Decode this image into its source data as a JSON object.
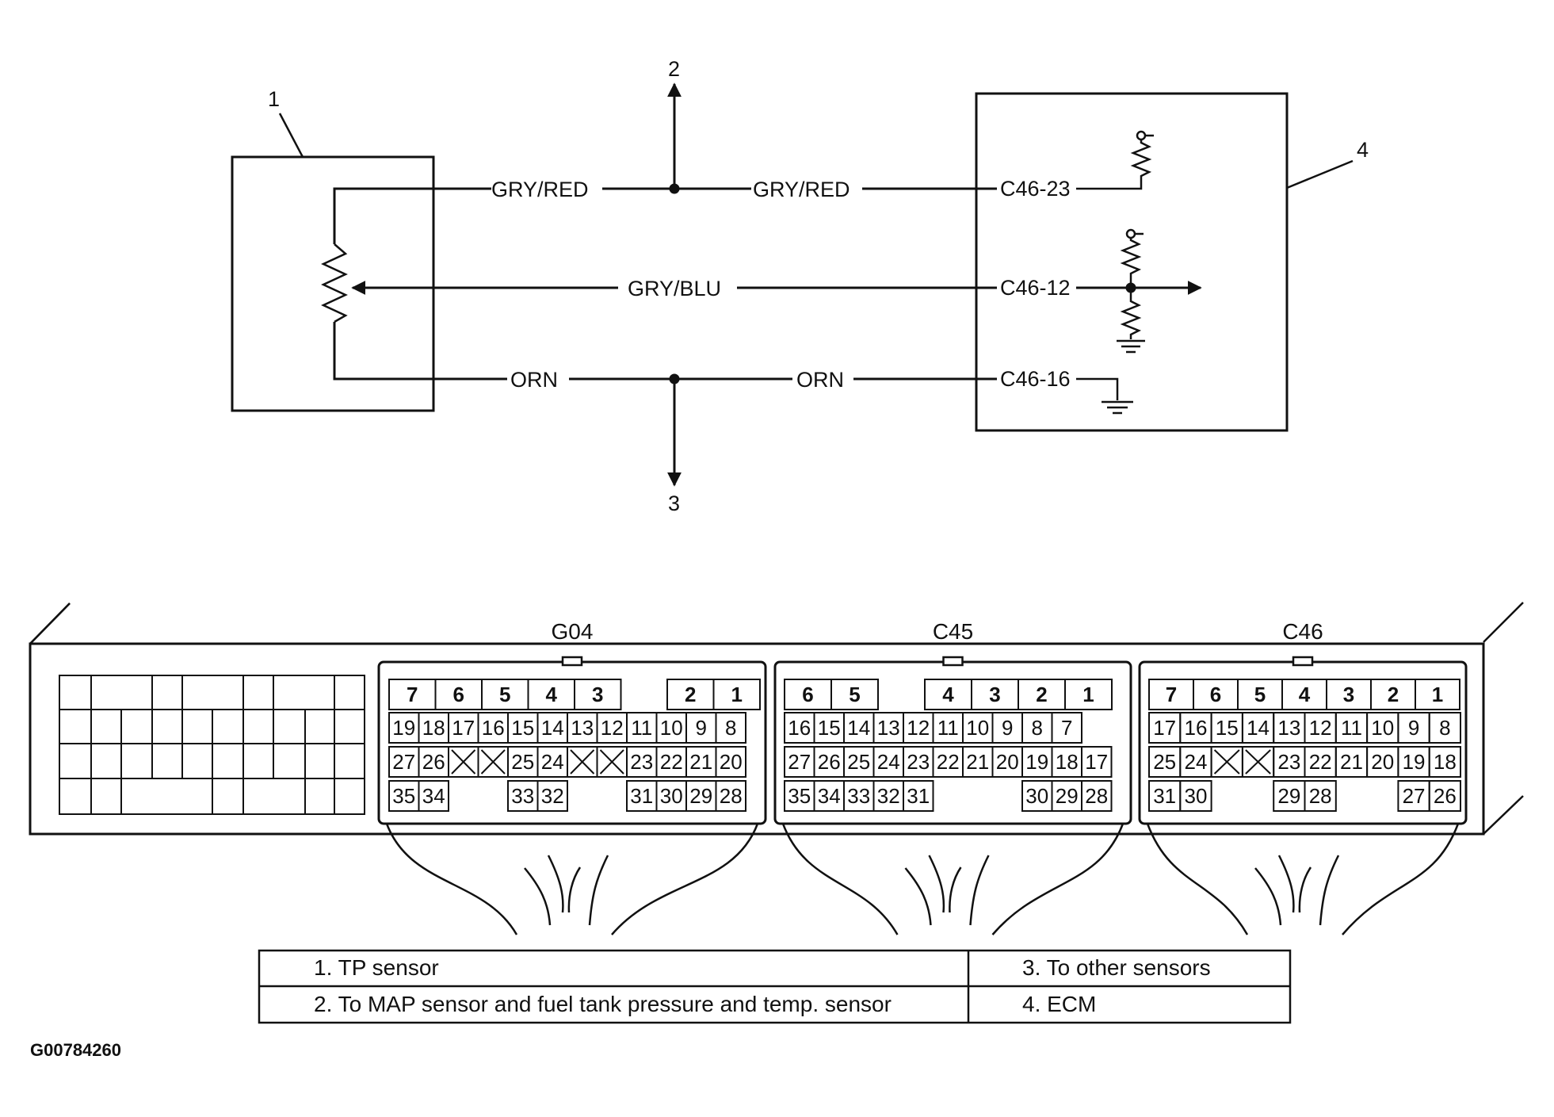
{
  "callouts": {
    "c1": "1",
    "c2": "2",
    "c3": "3",
    "c4": "4"
  },
  "wires": {
    "top_left": "GRY/RED",
    "top_right": "GRY/RED",
    "mid": "GRY/BLU",
    "bot_left": "ORN",
    "bot_right": "ORN"
  },
  "terminals": {
    "t23": "C46-23",
    "t12": "C46-12",
    "t16": "C46-16"
  },
  "connectors": [
    {
      "name": "G04",
      "rows": [
        [
          [
            "7",
            "b"
          ],
          [
            "6",
            "b"
          ],
          [
            "5",
            "b"
          ],
          [
            "4",
            "b"
          ],
          [
            "3",
            "b"
          ],
          null,
          [
            "2",
            "b"
          ],
          [
            "1",
            "b"
          ]
        ],
        [
          "19",
          "18",
          "17",
          "16",
          "15",
          "14",
          "13",
          "12",
          "11",
          "10",
          "9",
          "8"
        ],
        [
          "27",
          "26",
          "x",
          "x",
          "25",
          "24",
          "x",
          "x",
          "23",
          "22",
          "21",
          "20"
        ],
        [
          "35",
          "34",
          null,
          null,
          "33",
          "32",
          null,
          null,
          "31",
          "30",
          "29",
          "28"
        ]
      ]
    },
    {
      "name": "C45",
      "rows": [
        [
          [
            "6",
            "b"
          ],
          [
            "5",
            "b"
          ],
          null,
          [
            "4",
            "b"
          ],
          [
            "3",
            "b"
          ],
          [
            "2",
            "b"
          ],
          [
            "1",
            "b"
          ]
        ],
        [
          "16",
          "15",
          "14",
          "13",
          "12",
          "11",
          "10",
          "9",
          "8",
          "7"
        ],
        [
          "27",
          "26",
          "25",
          "24",
          "23",
          "22",
          "21",
          "20",
          "19",
          "18",
          "17"
        ],
        [
          "35",
          "34",
          "33",
          "32",
          "31",
          null,
          null,
          null,
          "30",
          "29",
          "28"
        ]
      ]
    },
    {
      "name": "C46",
      "rows": [
        [
          [
            "7",
            "b"
          ],
          [
            "6",
            "b"
          ],
          [
            "5",
            "b"
          ],
          [
            "4",
            "b"
          ],
          [
            "3",
            "b"
          ],
          [
            "2",
            "b"
          ],
          [
            "1",
            "b"
          ]
        ],
        [
          "17",
          "16",
          "15",
          "14",
          "13",
          "12",
          "11",
          "10",
          "9",
          "8"
        ],
        [
          "25",
          "24",
          "x",
          "x",
          "23",
          "22",
          "21",
          "20",
          "19",
          "18"
        ],
        [
          "31",
          "30",
          null,
          null,
          "29",
          "28",
          null,
          null,
          "27",
          "26"
        ]
      ]
    }
  ],
  "legend": {
    "r1c1": "1.   TP sensor",
    "r1c2": "3.   To other sensors",
    "r2c1": "2.   To MAP sensor and fuel tank pressure and temp. sensor",
    "r2c2": "4.   ECM"
  },
  "figure_id": "G00784260"
}
